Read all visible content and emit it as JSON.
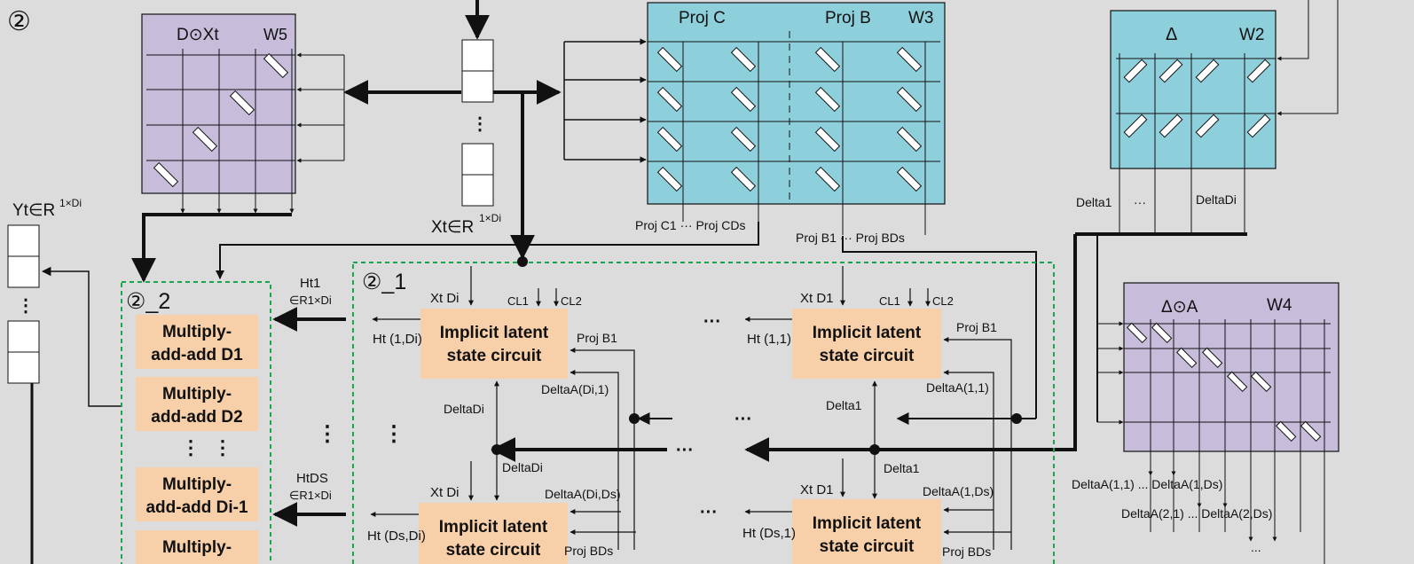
{
  "colors": {
    "background": "#dcdcdc",
    "purple_array": "#c7bddb",
    "cyan_array": "#8ecfdc",
    "orange_block": "#f7cfa8",
    "dashed_border": "#1aa64a",
    "line": "#111111"
  },
  "labels": {
    "section_no": "②",
    "yt": "Yt∈R",
    "yt_sup": "1×Di",
    "xt": "Xt∈R",
    "xt_sup": "1×Di",
    "w5_title_left": "D⊙Xt",
    "w5_title_right": "W5",
    "proj_c": "Proj C",
    "proj_b": "Proj B",
    "w3": "W3",
    "delta_title": "Δ",
    "w2": "W2",
    "da_title": "Δ⊙A",
    "w4": "W4",
    "proj_c_out": "Proj C1 ··· Proj CDs",
    "proj_b_out": "Proj B1 ··· Proj BDs",
    "delta_out_1": "Delta1",
    "delta_out_dots": "···",
    "delta_out_di": "DeltaDi",
    "sub2": "②_2",
    "sub1": "②_1",
    "ht1": "Ht1",
    "ht1_dim": "∈R1×Di",
    "htds": "HtDS",
    "htds_dim": "∈R1×Di"
  },
  "multiply_blocks": [
    {
      "line1": "Multiply-",
      "line2": "add-add D1"
    },
    {
      "line1": "Multiply-",
      "line2": "add-add D2"
    },
    {
      "line1": "Multiply-",
      "line2": "add-add Di-1"
    },
    {
      "line1": "Multiply-",
      "line2": ""
    }
  ],
  "circuits": [
    {
      "title1": "Implicit latent",
      "title2": "state circuit",
      "xt": "Xt Di",
      "cl1": "CL1",
      "cl2": "CL2",
      "ht": "Ht (1,Di)",
      "projb": "Proj B1",
      "deltaA": "DeltaA(Di,1)",
      "delta": "DeltaDi"
    },
    {
      "title1": "Implicit latent",
      "title2": "state circuit",
      "xt": "Xt D1",
      "cl1": "CL1",
      "cl2": "CL2",
      "ht": "Ht (1,1)",
      "projb": "Proj B1",
      "deltaA": "DeltaA(1,1)",
      "delta": "Delta1"
    },
    {
      "title1": "Implicit latent",
      "title2": "state circuit",
      "xt": "Xt Di",
      "ht": "Ht (Ds,Di)",
      "projb": "Proj BDs",
      "deltaA": "DeltaA(Di,Ds)",
      "delta": "DeltaDi"
    },
    {
      "title1": "Implicit latent",
      "title2": "state circuit",
      "xt": "Xt D1",
      "ht": "Ht (Ds,1)",
      "projb": "Proj BDs",
      "deltaA": "DeltaA(1,Ds)",
      "delta": "Delta1"
    }
  ],
  "delta_a_outputs": {
    "row1": "DeltaA(1,1) ... DeltaA(1,Ds)",
    "row2": "DeltaA(2,1) ... DeltaA(2,Ds)",
    "row3": "..."
  },
  "dots": "···"
}
